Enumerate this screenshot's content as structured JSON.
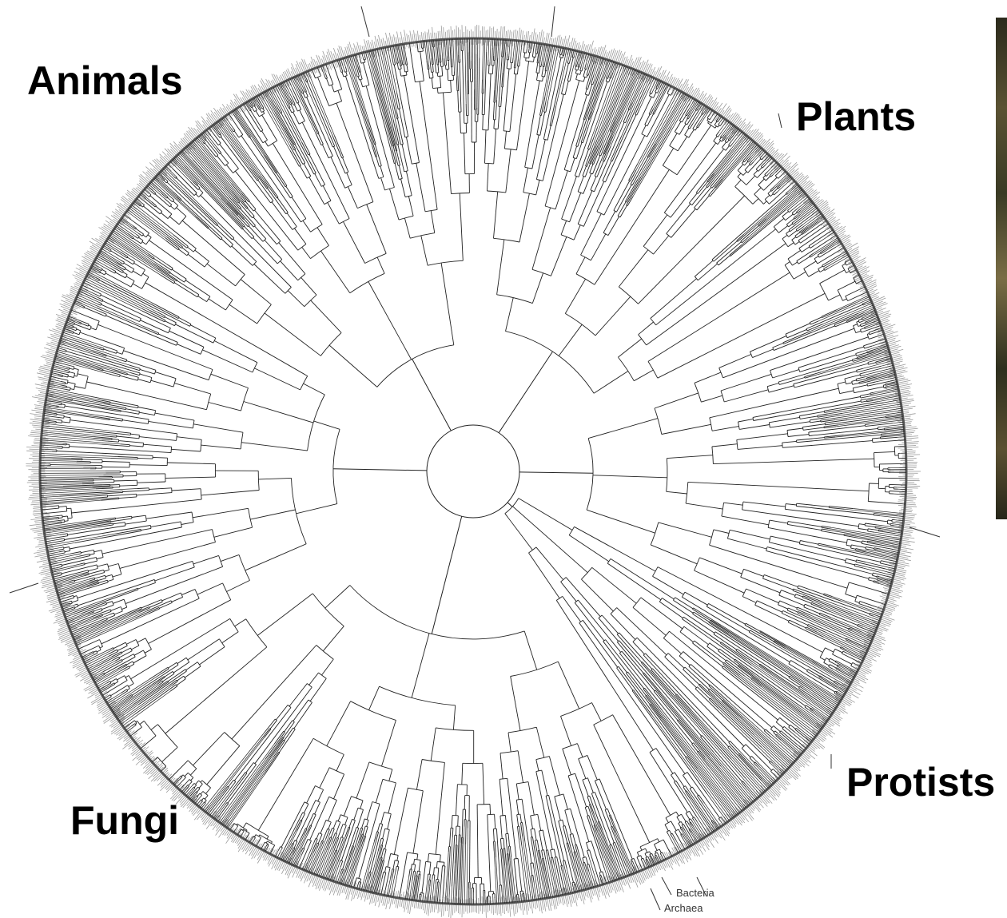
{
  "labels": {
    "animals": "Animals",
    "plants": "Plants",
    "protists": "Protists",
    "fungi": "Fungi",
    "bacteria": "Bacteria",
    "archaea": "Archaea"
  },
  "colors": {
    "background": "#ffffff",
    "branch": "#222222",
    "tip_band": "#9a9a9a",
    "label_text": "#000000"
  }
}
